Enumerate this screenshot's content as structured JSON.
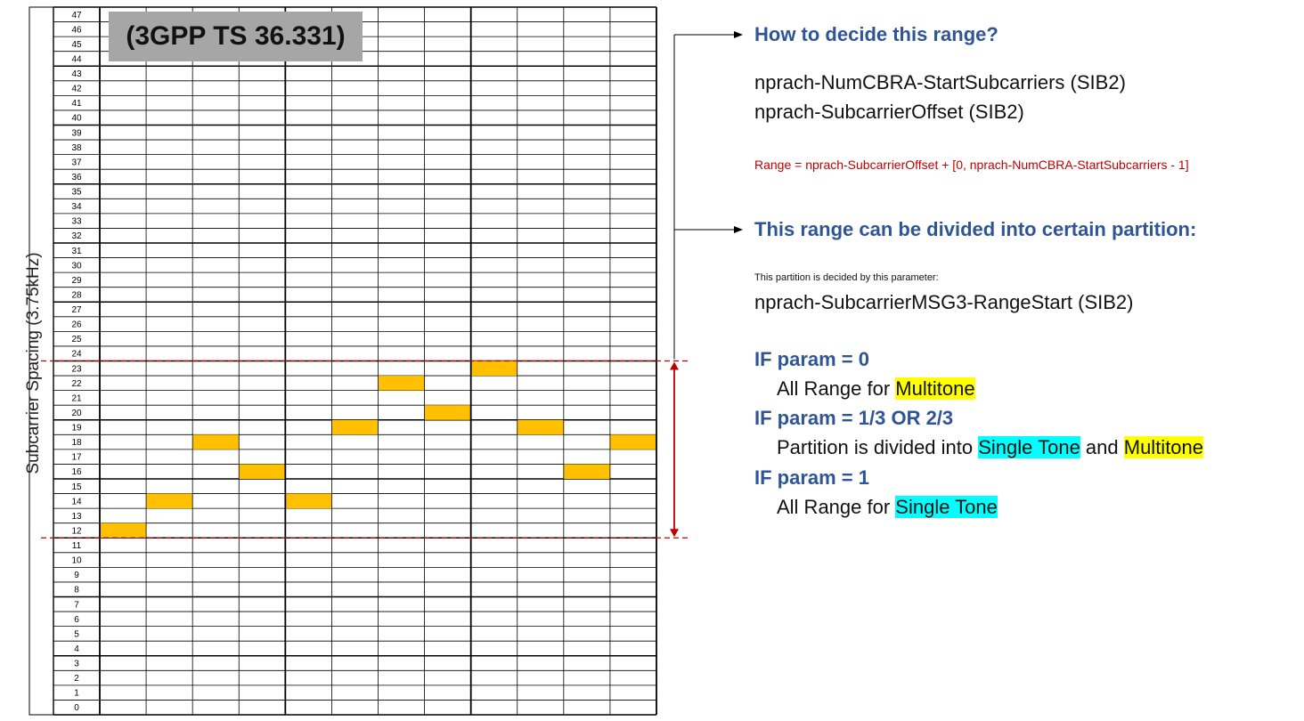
{
  "grid": {
    "row_labels": [
      "0",
      "1",
      "2",
      "3",
      "4",
      "5",
      "6",
      "7",
      "8",
      "9",
      "10",
      "11",
      "12",
      "13",
      "14",
      "15",
      "16",
      "17",
      "18",
      "19",
      "20",
      "21",
      "22",
      "23",
      "24",
      "25",
      "26",
      "27",
      "28",
      "29",
      "30",
      "31",
      "32",
      "33",
      "34",
      "35",
      "36",
      "37",
      "38",
      "39",
      "40",
      "41",
      "42",
      "43",
      "44",
      "45",
      "46",
      "47"
    ],
    "columns": 12,
    "highlight_color": "#ffc000",
    "highlighted_cells": [
      {
        "col": 0,
        "sub": 12
      },
      {
        "col": 1,
        "sub": 14
      },
      {
        "col": 2,
        "sub": 18
      },
      {
        "col": 3,
        "sub": 16
      },
      {
        "col": 4,
        "sub": 14
      },
      {
        "col": 5,
        "sub": 19
      },
      {
        "col": 6,
        "sub": 22
      },
      {
        "col": 7,
        "sub": 20
      },
      {
        "col": 8,
        "sub": 23
      },
      {
        "col": 9,
        "sub": 19
      },
      {
        "col": 10,
        "sub": 16
      },
      {
        "col": 11,
        "sub": 18
      }
    ],
    "range_start_sub": 12,
    "range_end_sub": 23,
    "marker_color": "#c00000"
  },
  "axis": {
    "ylabel": "Subcarrier Spacing (3.75kHz)"
  },
  "spec_badge": "(3GPP TS 36.331)",
  "panel": {
    "q1_heading": "How to decide this range?",
    "param1": "nprach-NumCBRA-StartSubcarriers (SIB2)",
    "param2": "nprach-SubcarrierOffset (SIB2)",
    "formula": "Range = nprach-SubcarrierOffset + [0, nprach-NumCBRA-StartSubcarriers - 1]",
    "q2_heading": "This range can be divided into certain partition:",
    "partition_note": "This partition is decided by this parameter:",
    "param3": "nprach-SubcarrierMSG3-RangeStart (SIB2)",
    "if0": "IF param = 0",
    "if0_text": "All Range for ",
    "if0_hl": "Multitone",
    "if1": "IF param = 1/3 OR 2/3",
    "if1_text": "Partition is divided into ",
    "if1_hl_a": "Single Tone",
    "if1_mid": " and ",
    "if1_hl_b": "Multitone",
    "if2": "IF param = 1",
    "if2_text": "All Range for ",
    "if2_hl": "Single Tone"
  }
}
